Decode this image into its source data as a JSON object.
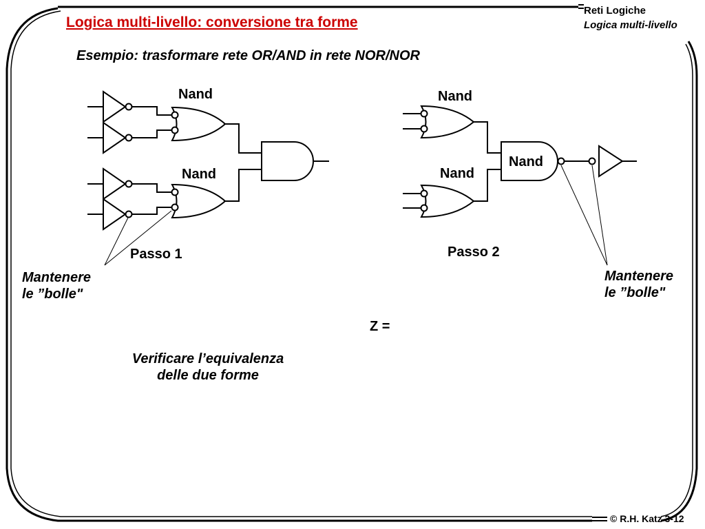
{
  "header": {
    "course": "Reti Logiche",
    "topic": "Logica multi-livello"
  },
  "slide": {
    "title": "Logica multi-livello: conversione tra forme",
    "subtitle": "Esempio: trasformare rete OR/AND in rete NOR/NOR"
  },
  "diagram": {
    "step1": {
      "gate_label_top": "Nand",
      "gate_label_bottom": "Nand",
      "caption": "Passo 1",
      "note_line1": "Mantenere",
      "note_line2": "le ”bolle\""
    },
    "step2": {
      "gate_label_top": "Nand",
      "gate_label_bottom": "Nand",
      "gate_label_output": "Nand",
      "caption": "Passo 2",
      "note_line1": "Mantenere",
      "note_line2": "le ”bolle\""
    }
  },
  "equation": "Z =",
  "verify": {
    "line1": "Verificare l’equivalenza",
    "line2": "delle due forme"
  },
  "footer": "© R.H. Katz 3-12",
  "colors": {
    "title": "#cc0000",
    "ink": "#000000"
  }
}
